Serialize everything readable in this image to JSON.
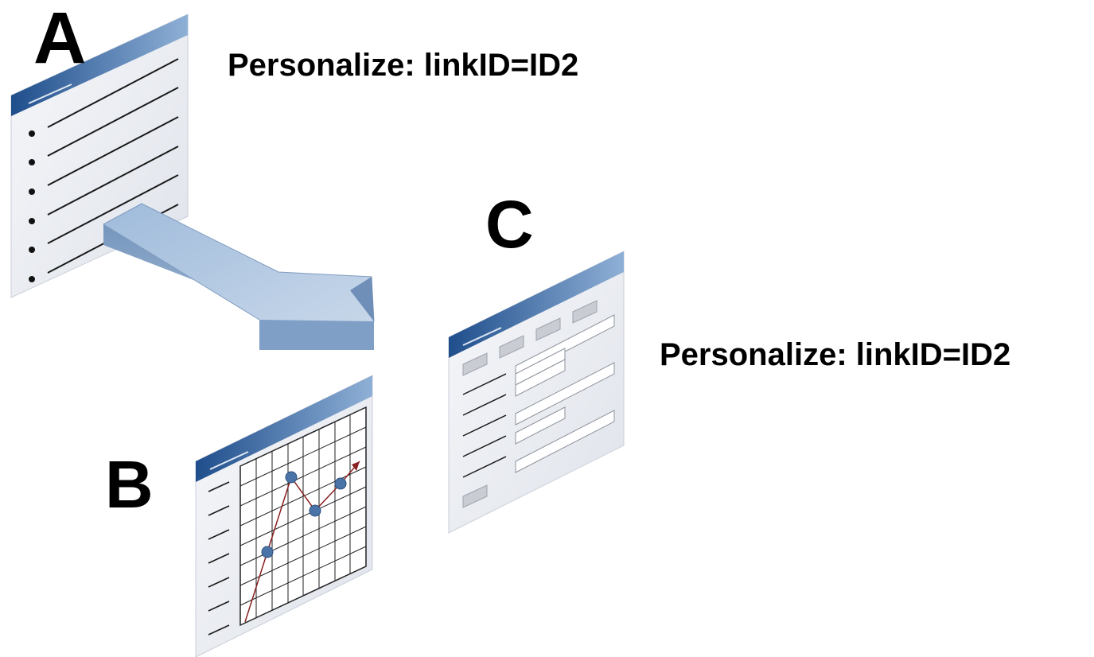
{
  "labels": {
    "a": "A",
    "b": "B",
    "c": "C"
  },
  "captions": {
    "top": "Personalize: linkID=ID2",
    "right": "Personalize: linkID=ID2"
  },
  "colors": {
    "header_blue": "#2f5f9a",
    "page_fill": "#eef0f4",
    "arrow_fill": "#8eadd0"
  },
  "icons": {
    "page_a": "bulleted-list-page-icon",
    "page_b": "line-chart-page-icon",
    "page_c": "form-page-icon",
    "arrow": "flow-arrow-icon"
  }
}
